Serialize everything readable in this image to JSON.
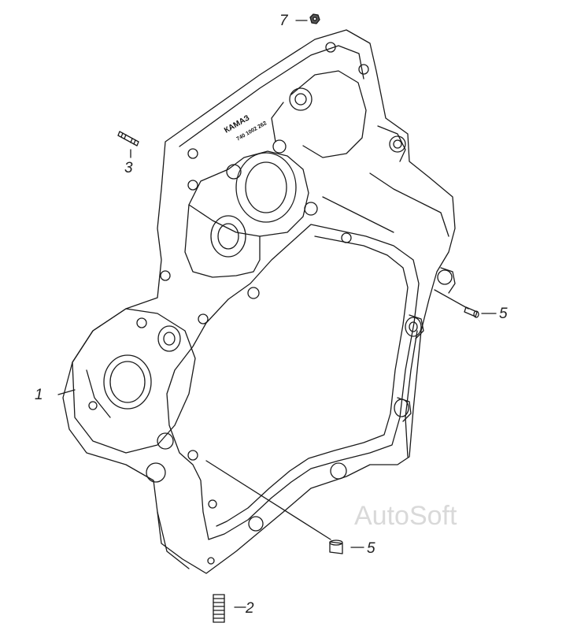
{
  "diagram": {
    "callouts": {
      "c1": "1",
      "c2": "2",
      "c3": "3",
      "c5a": "5",
      "c5b": "5",
      "c7": "7"
    },
    "casting_marking": {
      "brand": "КАМАЗ",
      "part_number": "740 1002 262"
    },
    "watermark": "AutoSoft",
    "line_color": "#1a1a1a",
    "background": "#ffffff"
  }
}
